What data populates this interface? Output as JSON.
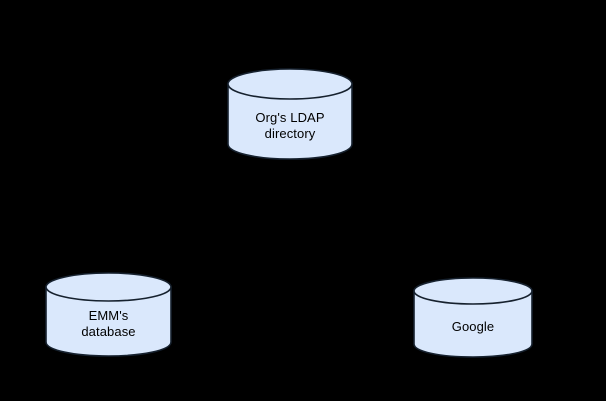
{
  "diagram": {
    "background_color": "#000000",
    "shape_fill_color": "#dae8fc",
    "shape_stroke_color": "#16212e",
    "label_text_color": "#000000",
    "nodes": [
      {
        "id": "ldap",
        "shape": "cylinder-database-icon",
        "lines": [
          "Org's LDAP",
          "directory"
        ]
      },
      {
        "id": "emm",
        "shape": "cylinder-database-icon",
        "lines": [
          "EMM's",
          "database"
        ]
      },
      {
        "id": "google",
        "shape": "cylinder-database-icon",
        "lines": [
          "Google"
        ]
      }
    ]
  }
}
